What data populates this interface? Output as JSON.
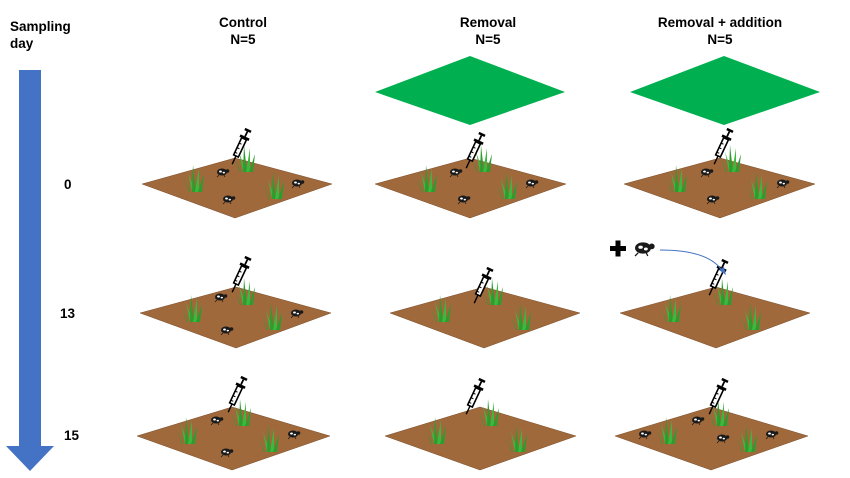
{
  "axis": {
    "title_line1": "Sampling",
    "title_line2": "day",
    "days": [
      "0",
      "13",
      "15"
    ]
  },
  "columns": [
    {
      "title": "Control",
      "n": "N=5"
    },
    {
      "title": "Removal",
      "n": "N=5"
    },
    {
      "title": "Removal + addition",
      "n": "N=5"
    }
  ],
  "colors": {
    "arrow": "#4472C4",
    "soil": "#A0693C",
    "cover": "#00B050",
    "grass": "#3CB93C",
    "grass_dark": "#2E9B2E"
  },
  "plots": {
    "rows": [
      {
        "day": "0",
        "cells": [
          {
            "beetles": 3
          },
          {
            "beetles": 3
          },
          {
            "beetles": 3
          }
        ]
      },
      {
        "day": "13",
        "cells": [
          {
            "beetles": 3
          },
          {
            "beetles": 0
          },
          {
            "beetles": 0
          }
        ]
      },
      {
        "day": "15",
        "cells": [
          {
            "beetles": 3
          },
          {
            "beetles": 0
          },
          {
            "beetles": 4
          }
        ]
      }
    ],
    "covers": [
      "removal-top",
      "removal-addition-top"
    ],
    "addition_marker": "plus-beetle-icon"
  }
}
